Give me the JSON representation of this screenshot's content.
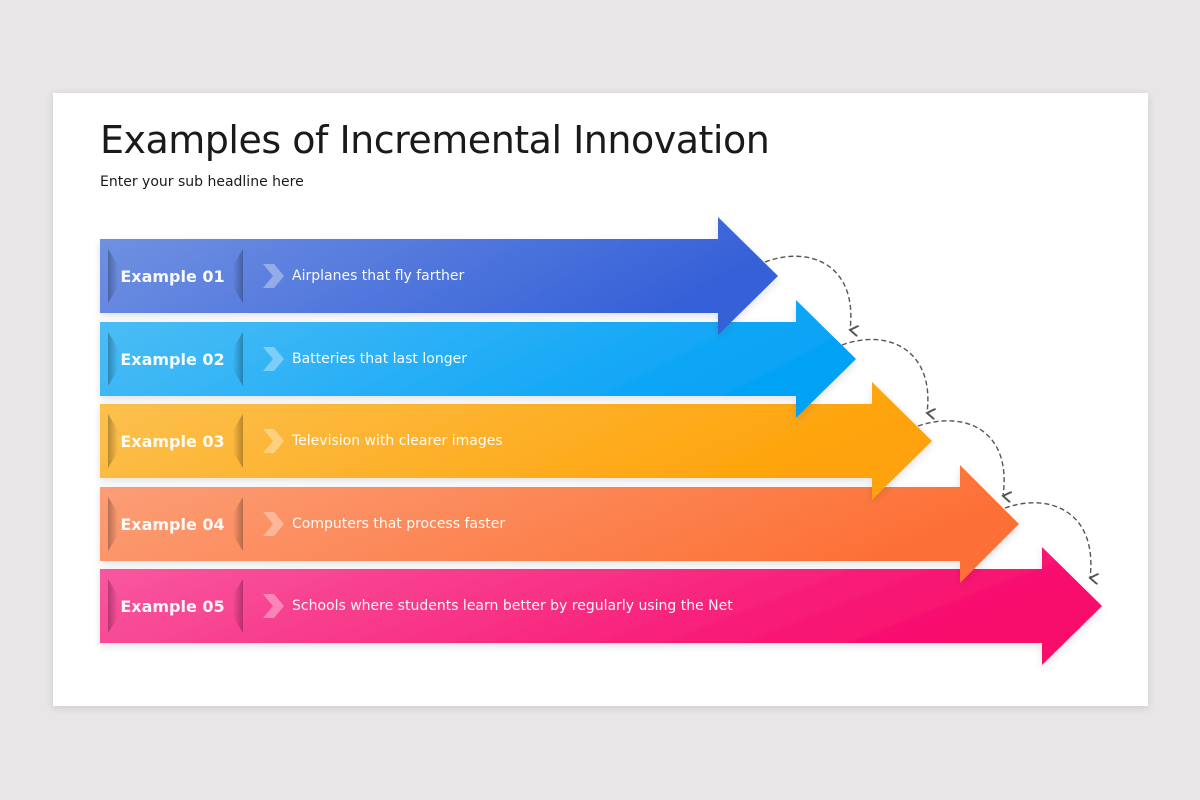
{
  "slide": {
    "title": "Examples of Incremental Innovation",
    "subtitle": "Enter your sub headline here"
  },
  "rows": [
    {
      "label": "Example 01",
      "text": "Airplanes that fly farther",
      "color_start": "#6b8ee0",
      "color_end": "#3a63d8"
    },
    {
      "label": "Example 02",
      "text": "Batteries that last longer",
      "color_start": "#4bbdf5",
      "color_end": "#0aa3f5"
    },
    {
      "label": "Example 03",
      "text": "Television with clearer images",
      "color_start": "#fcbf4e",
      "color_end": "#fda50a"
    },
    {
      "label": "Example 04",
      "text": "Computers that process faster",
      "color_start": "#fb9f78",
      "color_end": "#fd733a"
    },
    {
      "label": "Example 05",
      "text": "Schools where students learn better by regularly using the Net",
      "color_start": "#f75aa0",
      "color_end": "#f80e6d"
    }
  ],
  "icons": {
    "row_chevron": "chevron-right-icon",
    "connector": "dashed-curved-arrow-icon"
  }
}
